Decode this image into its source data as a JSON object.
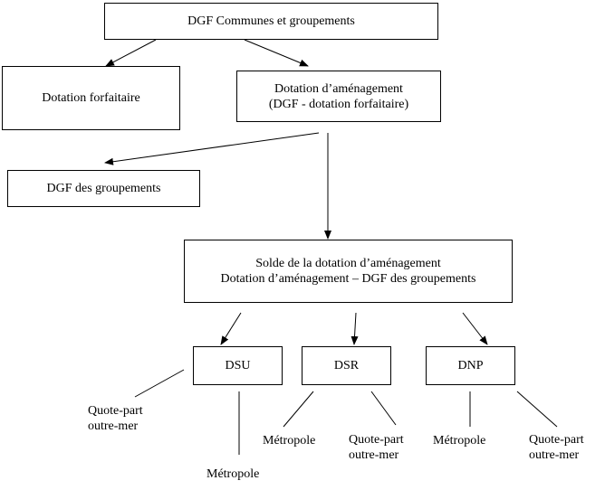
{
  "boxes": {
    "root": {
      "lines": [
        "DGF Communes et groupements"
      ]
    },
    "forfaitaire": {
      "lines": [
        "Dotation forfaitaire"
      ]
    },
    "amenagement": {
      "lines": [
        "Dotation d’aménagement",
        "(DGF - dotation forfaitaire)"
      ]
    },
    "groupements": {
      "lines": [
        "DGF des groupements"
      ]
    },
    "solde": {
      "lines": [
        "Solde de la dotation d’aménagement",
        "Dotation d’aménagement – DGF des groupements"
      ]
    },
    "dsu": {
      "lines": [
        "DSU"
      ]
    },
    "dsr": {
      "lines": [
        "DSR"
      ]
    },
    "dnp": {
      "lines": [
        "DNP"
      ]
    }
  },
  "leaves": {
    "dsu_outremer": {
      "lines": [
        "Quote-part",
        "outre-mer"
      ]
    },
    "dsu_metropole": {
      "lines": [
        "Métropole"
      ]
    },
    "dsr_metropole": {
      "lines": [
        "Métropole"
      ]
    },
    "dsr_outremer": {
      "lines": [
        "Quote-part",
        "outre-mer"
      ]
    },
    "dnp_metropole": {
      "lines": [
        "Métropole"
      ]
    },
    "dnp_outremer": {
      "lines": [
        "Quote-part",
        "outre-mer"
      ]
    }
  }
}
